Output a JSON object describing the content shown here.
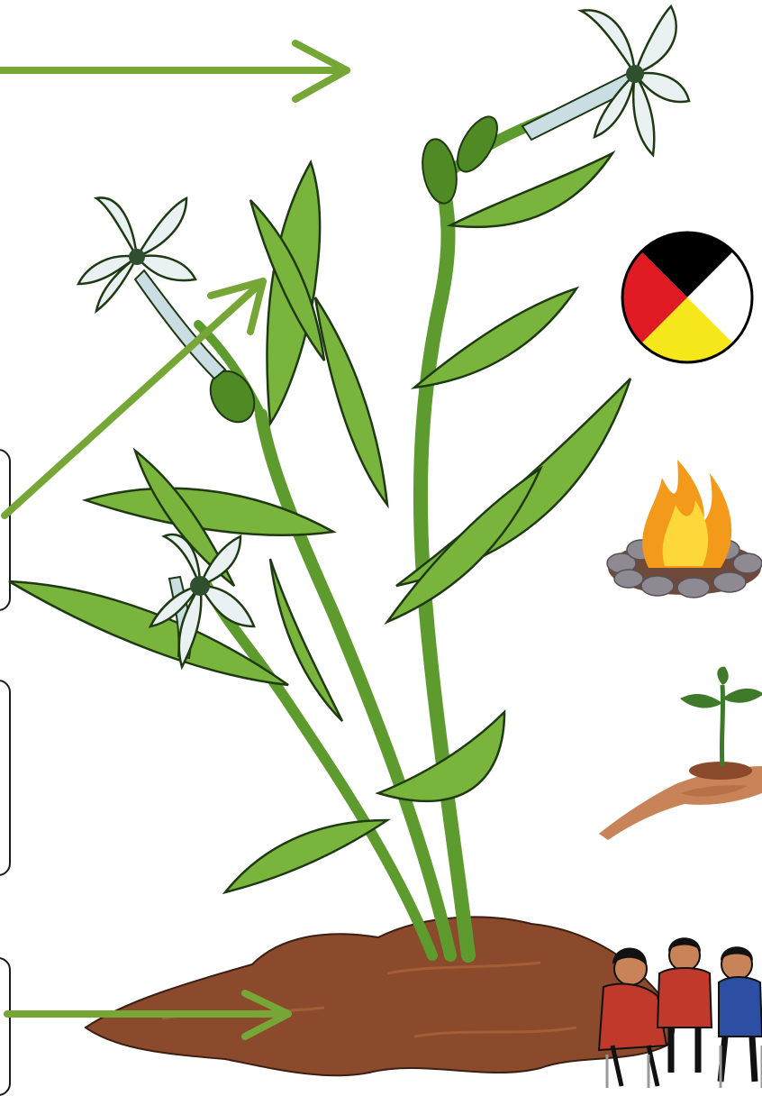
{
  "colors": {
    "arrow": "#76a636",
    "arrow_dark": "#5f8f2a",
    "leaf": "#79b43c",
    "leaf_dark": "#4f8a25",
    "stem": "#5e9b2e",
    "flower": "#e9f1f2",
    "flower_shade": "#c9dde2",
    "soil": "#8b4a2b",
    "soil_light": "#a45d37",
    "wheel_black": "#000000",
    "wheel_red": "#e01b24",
    "wheel_yellow": "#f5e71a",
    "wheel_white": "#ffffff",
    "fire_orange": "#f39a1b",
    "fire_yellow": "#fcd83a",
    "stone": "#8f8a92",
    "skin": "#c98358",
    "sprout": "#3f7a2a"
  },
  "icons": [
    "medicine-wheel-icon",
    "campfire-icon",
    "hand-with-seedling-icon",
    "people-in-circle-icon"
  ],
  "boxes": [
    {
      "name": "label-box-1",
      "text": ""
    },
    {
      "name": "label-box-2",
      "text": ""
    },
    {
      "name": "label-box-3",
      "text": ""
    }
  ]
}
